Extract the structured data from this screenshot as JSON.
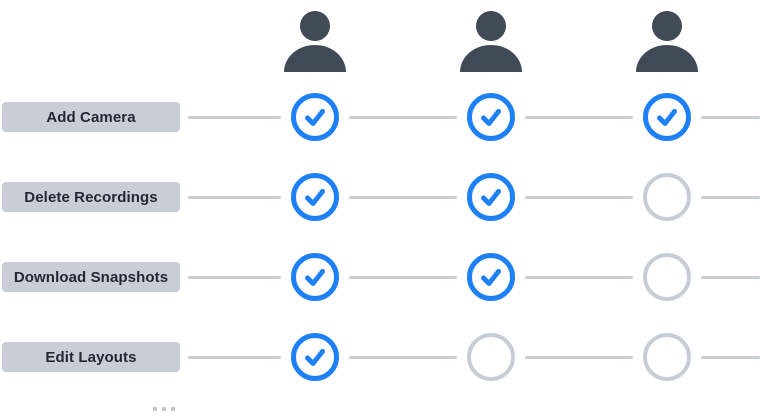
{
  "matrix": {
    "columns": [
      {
        "icon": "user-icon"
      },
      {
        "icon": "user-icon"
      },
      {
        "icon": "user-icon"
      }
    ],
    "rows": [
      {
        "label": "Add Camera",
        "cells": [
          "checked",
          "checked",
          "checked"
        ]
      },
      {
        "label": "Delete Recordings",
        "cells": [
          "checked",
          "checked",
          "unchecked"
        ]
      },
      {
        "label": "Download Snapshots",
        "cells": [
          "checked",
          "checked",
          "unchecked"
        ]
      },
      {
        "label": "Edit Layouts",
        "cells": [
          "checked",
          "unchecked",
          "unchecked"
        ]
      }
    ],
    "more_rows_indicator": "…"
  },
  "icons": {
    "column_header": "user-icon",
    "granted": "check-circle-icon",
    "not_granted": "empty-circle-icon"
  },
  "colors": {
    "accent_blue": "#1e80f5",
    "person_dark": "#414b57",
    "pill_background": "#c9cdd5",
    "pill_text": "#222935",
    "connector_line": "#c8cdd4",
    "empty_ring": "#c7cdd7",
    "background": "#ffffff"
  }
}
